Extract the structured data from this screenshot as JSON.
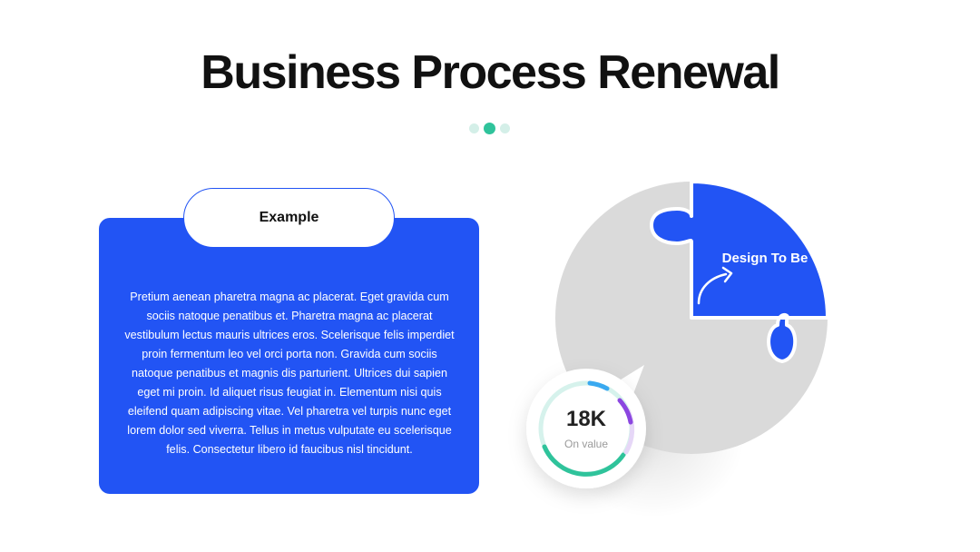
{
  "title": "Business Process Renewal",
  "card": {
    "tab_label": "Example",
    "body": "Pretium aenean pharetra magna ac placerat. Eget gravida cum sociis natoque penatibus et. Pharetra magna ac placerat vestibulum lectus mauris ultrices eros. Scelerisque felis imperdiet proin fermentum leo vel orci porta non. Gravida cum sociis natoque penatibus et magnis dis parturient. Ultrices dui sapien eget mi proin. Id aliquet risus feugiat in. Elementum nisi quis eleifend quam adipiscing vitae. Vel pharetra vel turpis nunc eget lorem dolor sed viverra. Tellus in metus vulputate eu scelerisque felis. Consectetur libero id faucibus nisl tincidunt."
  },
  "puzzle": {
    "highlight_label": "Design To Be",
    "icon": "curved-arrow-icon"
  },
  "metric": {
    "value": "18K",
    "label": "On value"
  },
  "colors": {
    "primary_blue": "#2254f4",
    "accent_green": "#2fc39b",
    "accent_purple": "#8b46e0",
    "accent_sky": "#3aa9f0",
    "puzzle_gray": "#dadada"
  }
}
